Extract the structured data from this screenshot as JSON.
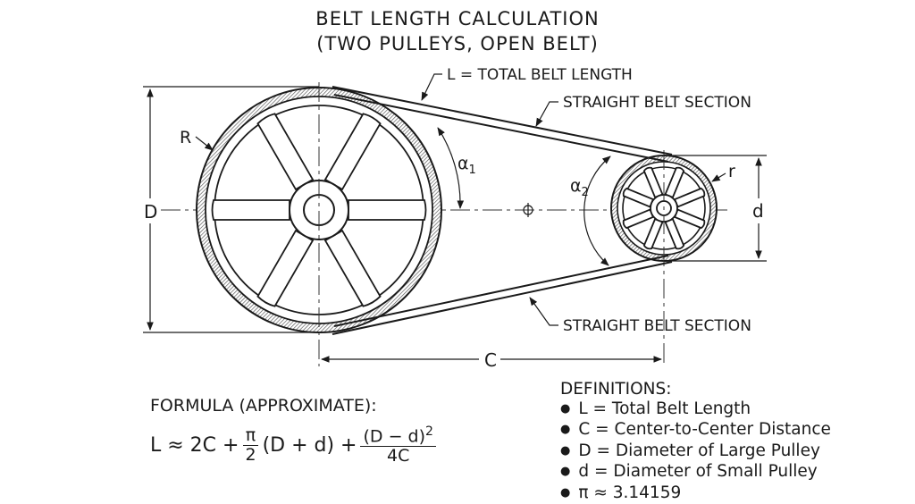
{
  "title": {
    "line1": "BELT LENGTH CALCULATION",
    "line2": "(TWO PULLEYS, OPEN BELT)"
  },
  "labels": {
    "total_length": "L = TOTAL BELT LENGTH",
    "straight_top": "STRAIGHT BELT SECTION",
    "straight_bottom": "STRAIGHT BELT SECTION",
    "large_radius": "R",
    "small_radius": "r",
    "large_diameter": "D",
    "small_diameter": "d",
    "center_distance": "C",
    "alpha1_base": "α",
    "alpha1_sub": "1",
    "alpha2_base": "α",
    "alpha2_sub": "2"
  },
  "formula": {
    "heading": "FORMULA (APPROXIMATE):",
    "lhs": "L ≈ 2C +",
    "pi_num": "π",
    "pi_den": "2",
    "middle": "(D + d) +",
    "sq_num": "(D − d)",
    "sq_exp": "2",
    "sq_den": "4C"
  },
  "definitions": {
    "heading": "DEFINITIONS:",
    "items": [
      "L = Total Belt Length",
      "C = Center-to-Center Distance",
      "D = Diameter of Large Pulley",
      "d = Diameter of Small Pulley",
      "π ≈ 3.14159"
    ]
  }
}
